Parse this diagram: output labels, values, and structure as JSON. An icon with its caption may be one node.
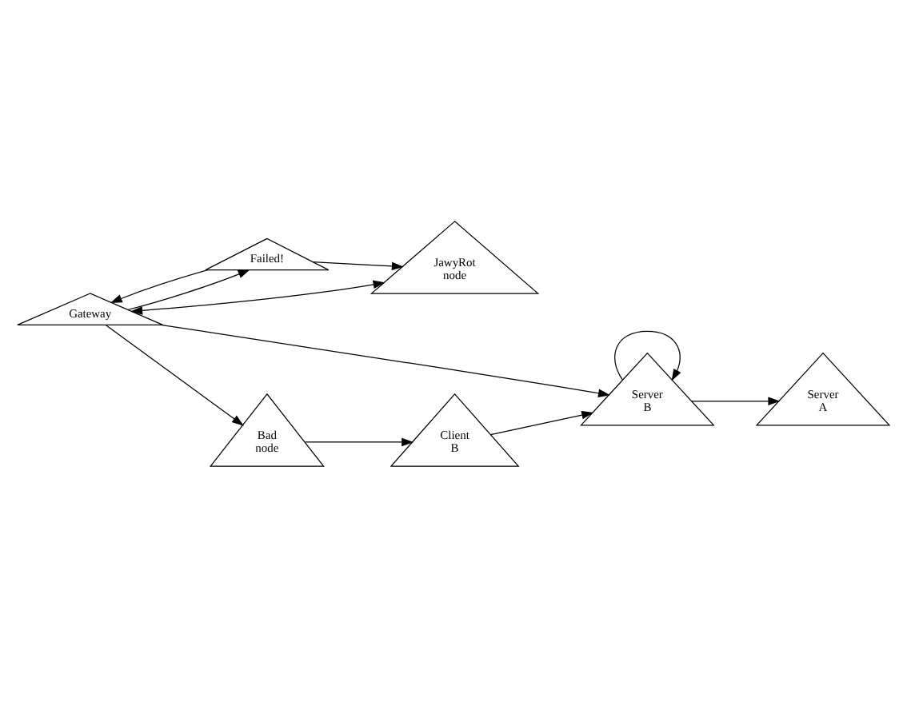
{
  "diagram": {
    "nodes": [
      {
        "text": [
          "Server A"
        ]
      },
      {
        "text": [
          "Server B"
        ]
      },
      {
        "text": [
          "Client B"
        ]
      },
      {
        "text": [
          "Failed!"
        ]
      },
      {
        "text": [
          "Gateway"
        ]
      },
      {
        "text": [
          "Bad node"
        ]
      },
      {
        "text": [
          "JawyRot node"
        ]
      }
    ],
    "edges": [
      {
        "from": 1,
        "to": 0,
        "arrow": "to"
      },
      {
        "from": 1,
        "to": 1,
        "arrow": "to"
      },
      {
        "from": 2,
        "to": 1,
        "arrow": "to"
      },
      {
        "from": 5,
        "to": 2,
        "arrow": "to"
      },
      {
        "from": 4,
        "to": 1,
        "arrow": "to"
      },
      {
        "from": 4,
        "to": 3,
        "arrow": "to"
      },
      {
        "from": 3,
        "to": 4,
        "arrow": "to"
      },
      {
        "from": 4,
        "to": 5,
        "arrow": "to"
      },
      {
        "from": 4,
        "to": 6,
        "arrow": "both"
      },
      {
        "from": 3,
        "to": 6,
        "arrow": "to"
      }
    ]
  }
}
